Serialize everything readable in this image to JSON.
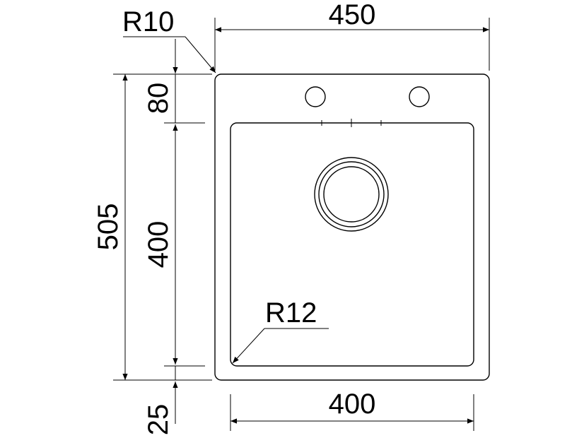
{
  "dimensions": {
    "top_width": "450",
    "corner_radius_outer": "R10",
    "corner_radius_inner": "R12",
    "total_depth": "505",
    "tap_zone_depth": "80",
    "bowl_depth": "400",
    "front_rim": "25",
    "bowl_width": "400"
  },
  "colors": {
    "line": "#000000",
    "background": "#ffffff"
  }
}
